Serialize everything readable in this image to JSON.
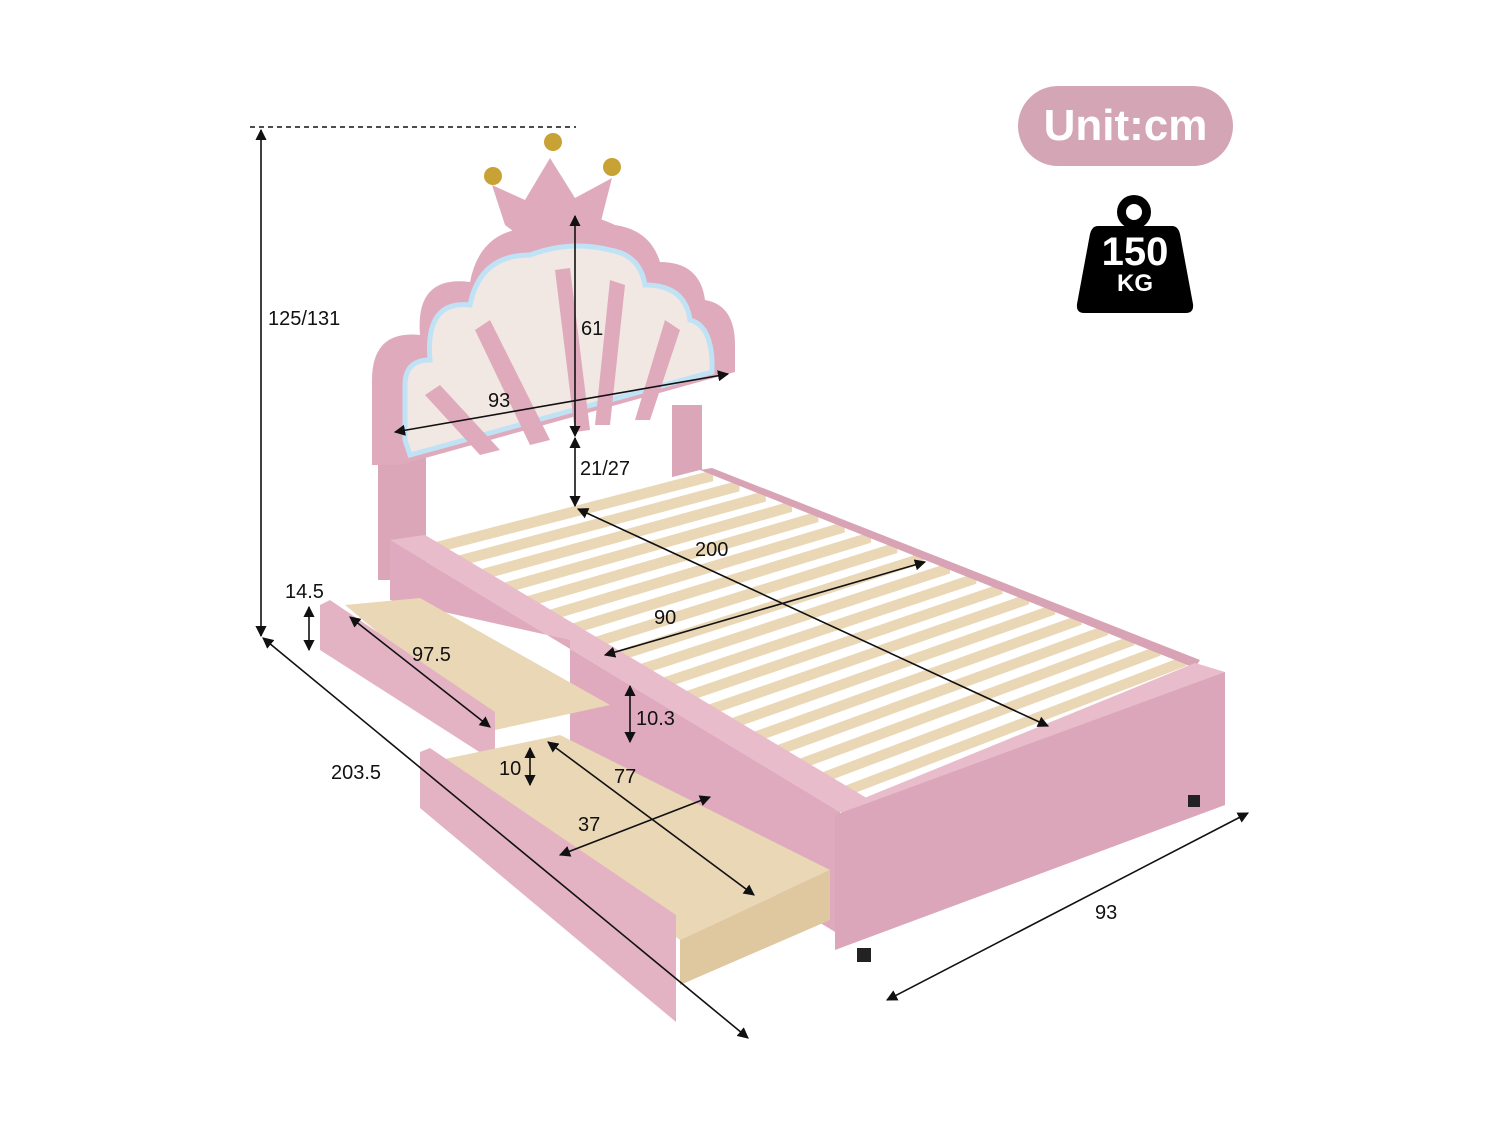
{
  "unit_badge": {
    "label": "Unit:cm",
    "color": "#d4a6b5"
  },
  "weight_capacity": {
    "value": "150",
    "unit": "KG",
    "icon": "weight-icon"
  },
  "dimensions": {
    "total_height": "125/131",
    "headboard_height": "61",
    "headboard_width": "93",
    "headboard_adjust": "21/27",
    "bed_length": "200",
    "bed_inner_width": "90",
    "drawer_height_top": "14.5",
    "drawer_length": "97.5",
    "side_clearance": "10.3",
    "total_length": "203.5",
    "drawer_inner_height": "10",
    "drawer_inner_length": "77",
    "drawer_inner_width": "37",
    "total_width": "93"
  },
  "colors": {
    "bed_pink": "#e3b3c3",
    "bed_pink_dark": "#d39fb2",
    "wood": "#ead7b6",
    "headboard_cream": "#f1e8e3",
    "led_blue": "#bfe3f5"
  }
}
